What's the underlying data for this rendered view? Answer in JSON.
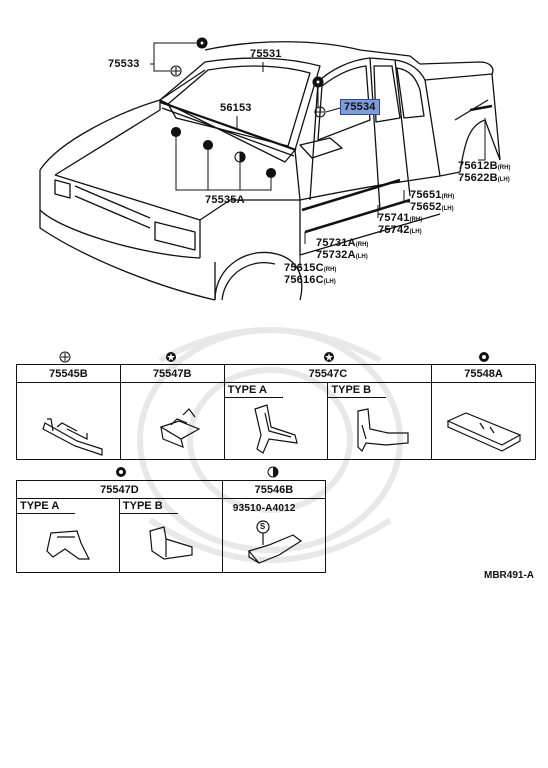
{
  "callouts": [
    {
      "id": "c75531",
      "text": "75531"
    },
    {
      "id": "c75533",
      "text": "75533"
    },
    {
      "id": "c75534",
      "text": "75534",
      "highlight": true
    },
    {
      "id": "c56153",
      "text": "56153"
    },
    {
      "id": "c75535A",
      "text": "75535A"
    },
    {
      "id": "c75612B",
      "text": "75612B",
      "side": "(RH)"
    },
    {
      "id": "c75622B",
      "text": "75622B",
      "side": "(LH)"
    },
    {
      "id": "c75651",
      "text": "75651",
      "side": "(RH)"
    },
    {
      "id": "c75652",
      "text": "75652",
      "side": "(LH)"
    },
    {
      "id": "c75741",
      "text": "75741",
      "side": "(RH)"
    },
    {
      "id": "c75742",
      "text": "75742",
      "side": "(LH)"
    },
    {
      "id": "c75731A",
      "text": "75731A",
      "side": "(RH)"
    },
    {
      "id": "c75732A",
      "text": "75732A",
      "side": "(LH)"
    },
    {
      "id": "c75615C",
      "text": "75615C",
      "side": "(RH)"
    },
    {
      "id": "c75616C",
      "text": "75616C",
      "side": "(LH)"
    }
  ],
  "table1": {
    "cols": [
      {
        "symbol": "plus-circle-icon",
        "part": "75545B"
      },
      {
        "symbol": "star-circle-icon",
        "part": "75547B"
      },
      {
        "symbol": "star-circle-icon",
        "part": "75547C",
        "types": [
          "TYPE A",
          "TYPE B"
        ]
      },
      {
        "symbol": "ring-icon",
        "part": "75548A"
      }
    ]
  },
  "table2": {
    "cols": [
      {
        "symbol": "ring-icon",
        "part": "75547D",
        "types": [
          "TYPE A",
          "TYPE B"
        ]
      },
      {
        "symbol": "half-circle-icon",
        "part": "75546B",
        "subpart": "93510-A4012",
        "subsymbol": "S"
      }
    ]
  },
  "footer": {
    "code": "MBR491-A"
  },
  "colors": {
    "highlight": "#7f9bd8"
  }
}
